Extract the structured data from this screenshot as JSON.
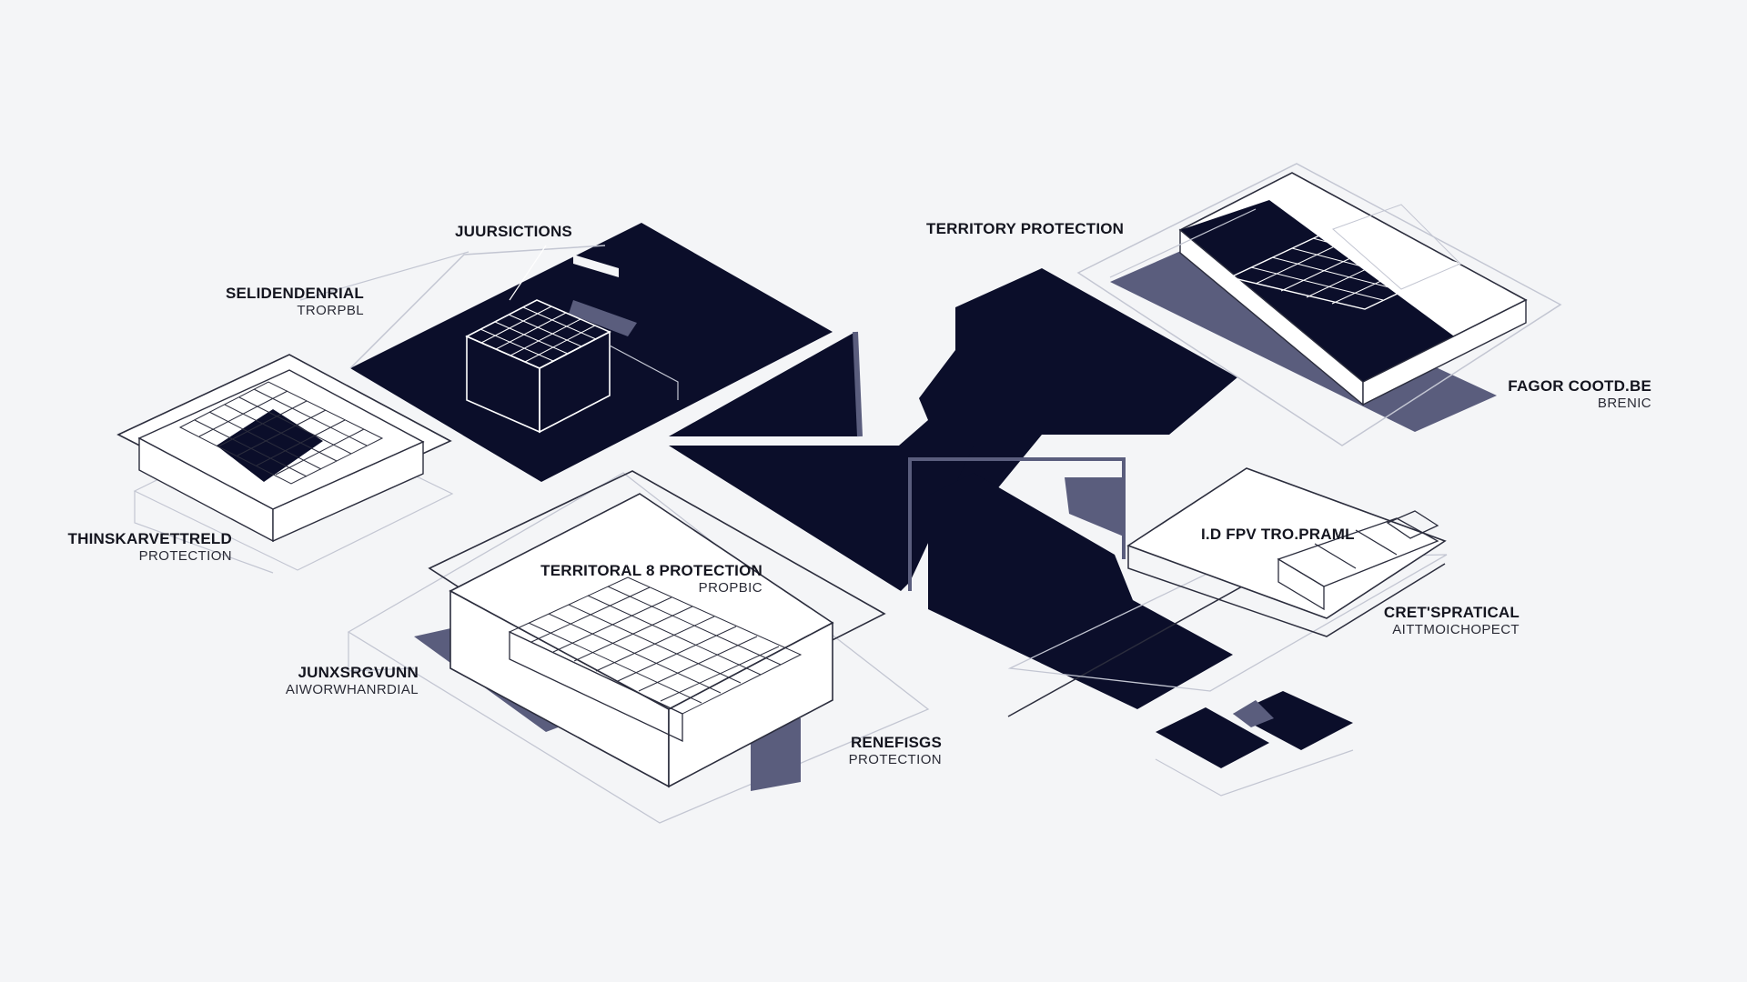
{
  "colors": {
    "background": "#f4f5f7",
    "navy": "#0b0e2a",
    "slate": "#5a5d7d",
    "line": "#2b2d3d",
    "line_light": "#c3c6d2"
  },
  "labels": {
    "jurisdictions": {
      "title": "JUURSICTIONS"
    },
    "selidendenrial": {
      "title": "SELIDENDENRIAL",
      "sub": "TRORPBL"
    },
    "territory_protection": {
      "title": "TERRITORY PROTECTION"
    },
    "fagor": {
      "title": "FAGOR COOTD.BE",
      "sub": "BRENIC"
    },
    "thinskarvettreld": {
      "title": "THINSKARVETTRELD",
      "sub": "PROTECTION"
    },
    "territoral_protection": {
      "title": "TERRITORAL 8 PROTECTION",
      "sub": "PROPBIC"
    },
    "idpvtro": {
      "title": "I.D FPV TRO.PRAML"
    },
    "cretspratical": {
      "title": "CRET'SPRATICAL",
      "sub": "AITTMOICHOPECT"
    },
    "junxsrgvunn": {
      "title": "JUNXSRGVUNN",
      "sub": "AIWORWHANRDIAL"
    },
    "renefisgs": {
      "title": "RENEFISGS",
      "sub": "PROTECTION"
    }
  }
}
